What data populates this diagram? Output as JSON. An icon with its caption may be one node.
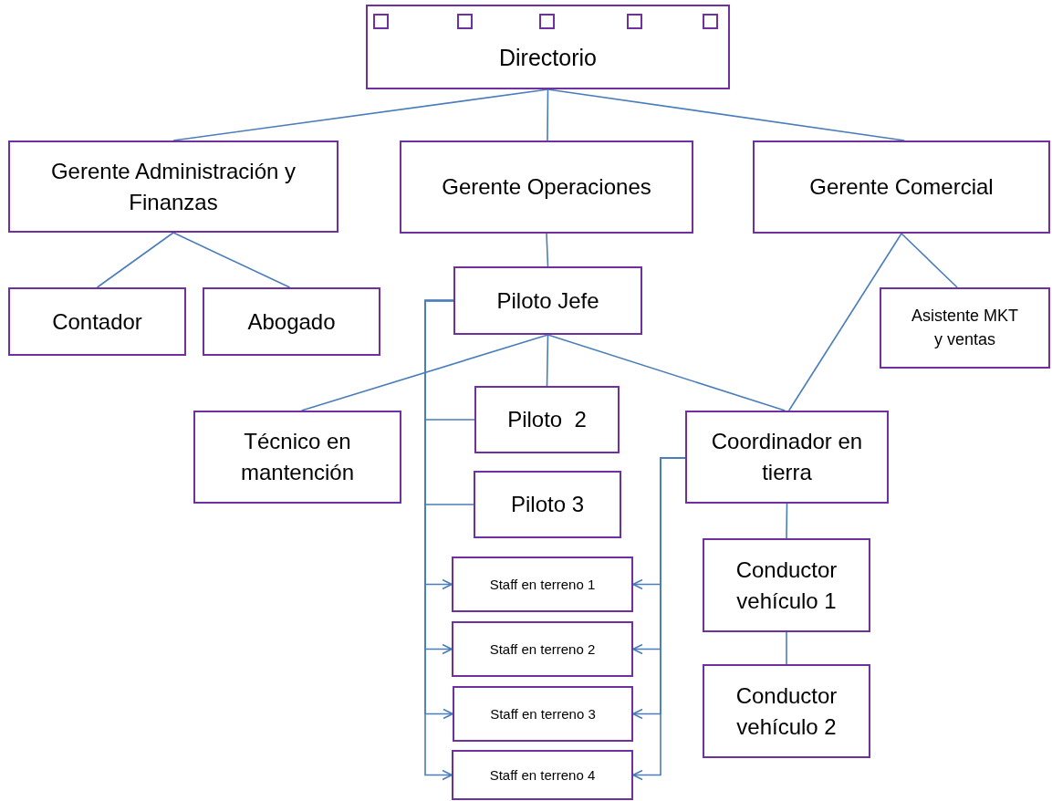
{
  "diagram": {
    "nodes": [
      {
        "text": [
          "Directorio"
        ]
      },
      {
        "text": [
          "Gerente Administración y Finanzas"
        ]
      },
      {
        "text": [
          "Gerente Operaciones"
        ]
      },
      {
        "text": [
          "Gerente Comercial"
        ]
      },
      {
        "text": [
          "Contador"
        ]
      },
      {
        "text": [
          "Abogado"
        ]
      },
      {
        "text": [
          "Piloto Jefe"
        ]
      },
      {
        "text": [
          "Asistente MKT y ventas"
        ]
      },
      {
        "text": [
          "Técnico en mantención"
        ]
      },
      {
        "text": [
          "Piloto  2"
        ]
      },
      {
        "text": [
          "Piloto 3"
        ]
      },
      {
        "text": [
          "Coordinador en tierra"
        ]
      },
      {
        "text": [
          "Staff en terreno 1"
        ]
      },
      {
        "text": [
          "Staff en terreno 2"
        ]
      },
      {
        "text": [
          "Staff en terreno 3"
        ]
      },
      {
        "text": [
          "Staff en terreno 4"
        ]
      },
      {
        "text": [
          "Conductor vehículo 1"
        ]
      },
      {
        "text": [
          "Conductor vehículo 2"
        ]
      }
    ],
    "edges": [
      {
        "from": 0,
        "to": 1,
        "arrow": "none"
      },
      {
        "from": 0,
        "to": 2,
        "arrow": "none"
      },
      {
        "from": 0,
        "to": 3,
        "arrow": "none"
      },
      {
        "from": 1,
        "to": 4,
        "arrow": "none"
      },
      {
        "from": 1,
        "to": 5,
        "arrow": "none"
      },
      {
        "from": 2,
        "to": 6,
        "arrow": "none"
      },
      {
        "from": 3,
        "to": 11,
        "arrow": "none"
      },
      {
        "from": 3,
        "to": 7,
        "arrow": "none"
      },
      {
        "from": 6,
        "to": 8,
        "arrow": "none"
      },
      {
        "from": 6,
        "to": 9,
        "arrow": "none"
      },
      {
        "from": 6,
        "to": 11,
        "arrow": "none"
      },
      {
        "from": 6,
        "to": 9,
        "arrow": "none"
      },
      {
        "from": 6,
        "to": 10,
        "arrow": "none"
      },
      {
        "from": 6,
        "to": 12,
        "arrow": "to"
      },
      {
        "from": 6,
        "to": 13,
        "arrow": "to"
      },
      {
        "from": 6,
        "to": 14,
        "arrow": "to"
      },
      {
        "from": 6,
        "to": 15,
        "arrow": "to"
      },
      {
        "from": 11,
        "to": 12,
        "arrow": "to"
      },
      {
        "from": 11,
        "to": 13,
        "arrow": "to"
      },
      {
        "from": 11,
        "to": 14,
        "arrow": "to"
      },
      {
        "from": 11,
        "to": 15,
        "arrow": "to"
      },
      {
        "from": 11,
        "to": 16,
        "arrow": "none"
      },
      {
        "from": 16,
        "to": 17,
        "arrow": "none"
      }
    ]
  }
}
